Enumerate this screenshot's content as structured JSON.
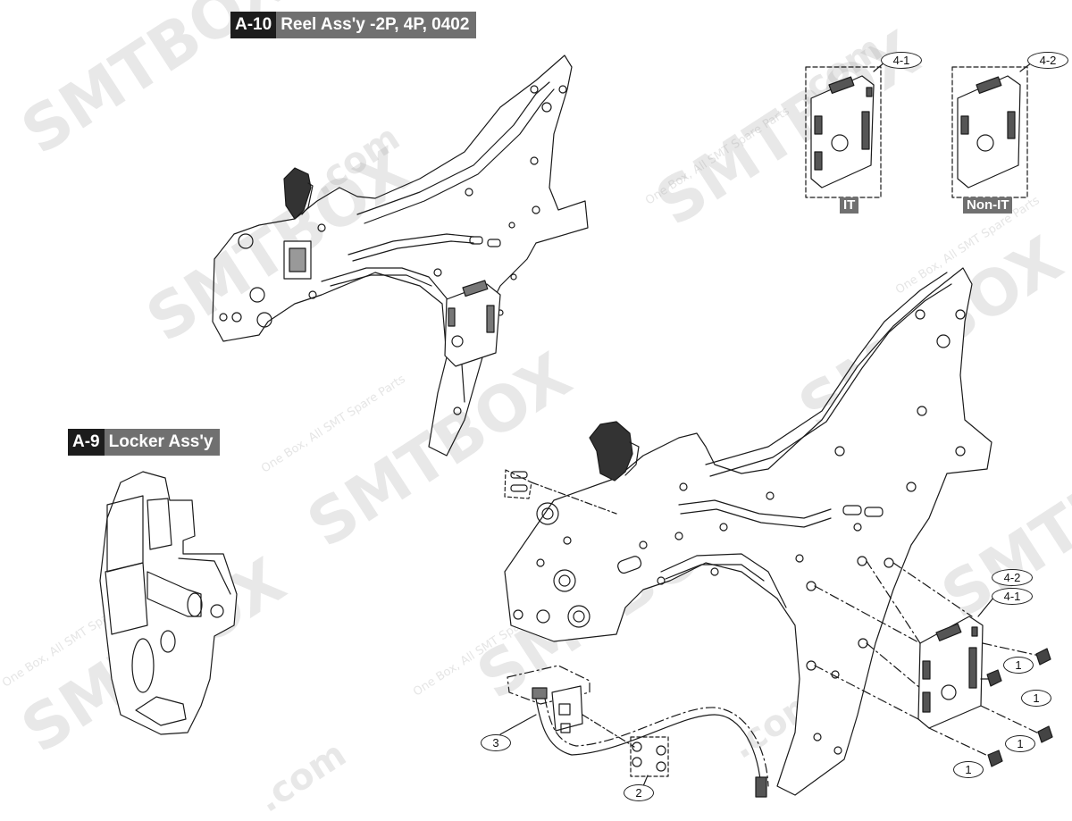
{
  "assemblies": {
    "a10": {
      "code": "A-10",
      "name": "Reel Ass'y -2P, 4P, 0402"
    },
    "a9": {
      "code": "A-9",
      "name": "Locker Ass'y"
    }
  },
  "variants": {
    "it": {
      "callout": "4-1",
      "label": "IT"
    },
    "non_it": {
      "callout": "4-2",
      "label": "Non-IT"
    }
  },
  "callouts": {
    "board_a": "4-2",
    "board_b": "4-1",
    "screw_1": "1",
    "screw_2": "1",
    "screw_3": "1",
    "screw_4": "1",
    "switch": "3",
    "washers": "2"
  },
  "watermark": {
    "brand": "SMTBOX",
    "domain": ".com",
    "tagline": "One Box, All SMT Spare Parts"
  }
}
